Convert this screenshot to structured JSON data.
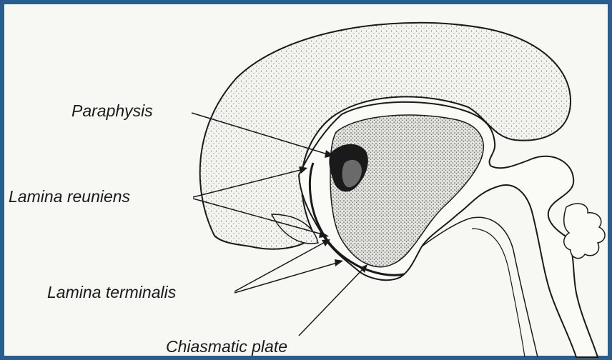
{
  "figure": {
    "labels": {
      "paraphysis": "Paraphysis",
      "lamina_reuniens": "Lamina reuniens",
      "lamina_terminalis": "Lamina terminalis",
      "chiasmatic_plate": "Chiasmatic plate"
    },
    "colors": {
      "frame_border": "#2a5d8f",
      "background": "#f7f7f4",
      "ink": "#1a1a1a"
    }
  }
}
